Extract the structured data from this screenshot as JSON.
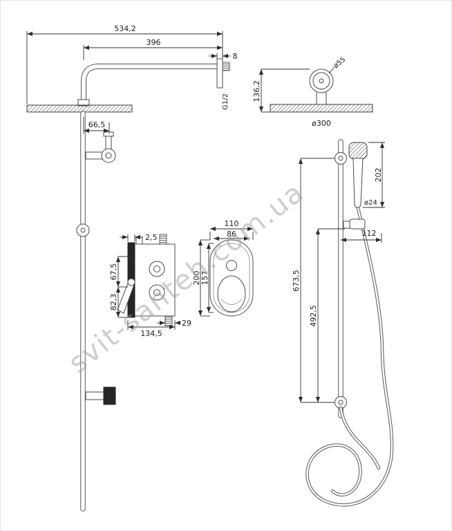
{
  "watermark": "svit-santeh.com.ua",
  "drawing": {
    "arm_view": {
      "total_length": "534,2",
      "arm_length": "396",
      "flange_width": "8",
      "thread_size": "G1/2",
      "head_offset": "66,5"
    },
    "head_view": {
      "flange_diameter": "ø55",
      "mount_height": "136,2",
      "head_diameter": "ø300"
    },
    "handshower_view": {
      "handle_length": "202",
      "handle_diameter": "ø24",
      "holder_length": "112",
      "rail_height": "673,5",
      "lower_span": "492,5"
    },
    "mixer_view": {
      "plate_thickness": "2,5",
      "upper_span": "67,5",
      "lower_span": "82,3",
      "body_width": "134,5",
      "stub_offset": "29"
    },
    "plate_view": {
      "outer_width": "110",
      "inner_width": "86",
      "outer_height": "200",
      "inner_height": "157"
    }
  }
}
